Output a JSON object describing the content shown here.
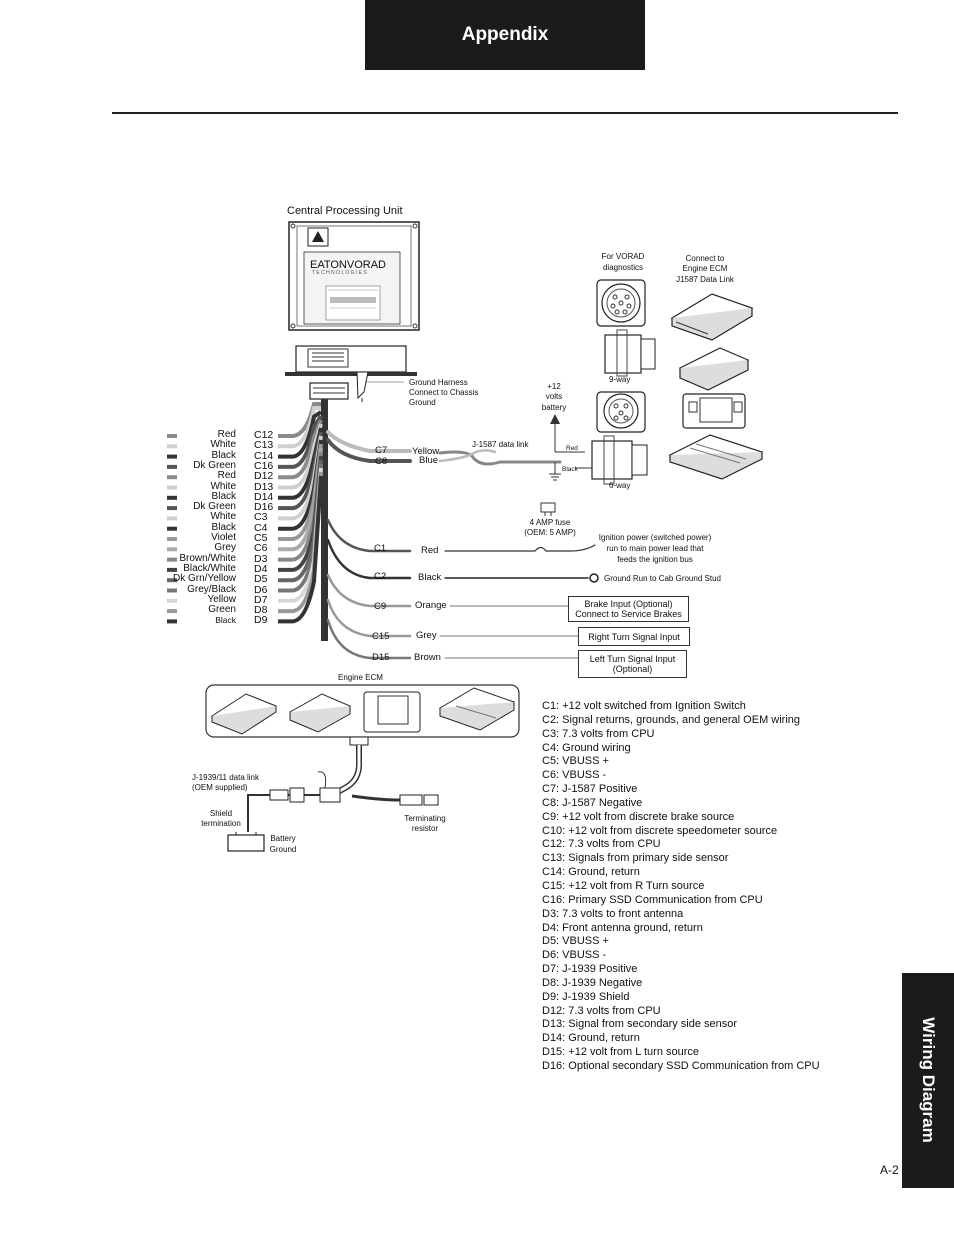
{
  "header": {
    "title": "Appendix"
  },
  "side_tab": {
    "label": "Wiring Diagram"
  },
  "page_number": "A-2",
  "cpu": {
    "label": "Central Processing Unit",
    "brand": "EATONVORAD",
    "brand_sub": "T E C H N O L O G I E S"
  },
  "ground_harness": [
    "Ground Harness",
    "Connect to Chassis",
    "Ground"
  ],
  "vorad_diag": [
    "For VORAD",
    "diagnostics"
  ],
  "connect_ecm": [
    "Connect to",
    "Engine ECM",
    "J1587 Data Link"
  ],
  "connector_9way": "9-way",
  "connector_6way": "6-way",
  "battery": [
    "+12",
    "volts",
    "battery"
  ],
  "j1587_label": "J-1587 data link",
  "plug_red": "Red",
  "plug_black": "Black",
  "fuse": [
    "4 AMP fuse",
    "(OEM: 5 AMP)"
  ],
  "ignition": [
    "Ignition power (switched power)",
    "run to main power lead that",
    "feeds the ignition bus"
  ],
  "ground_stud": "Ground Run to Cab Ground Stud",
  "left_wires": [
    {
      "color": "Red",
      "pin": "C12"
    },
    {
      "color": "White",
      "pin": "C13"
    },
    {
      "color": "Black",
      "pin": "C14"
    },
    {
      "color": "Dk Green",
      "pin": "C16"
    },
    {
      "color": "Red",
      "pin": "D12"
    },
    {
      "color": "White",
      "pin": "D13"
    },
    {
      "color": "Black",
      "pin": "D14"
    },
    {
      "color": "Dk Green",
      "pin": "D16"
    },
    {
      "color": "White",
      "pin": "C3"
    },
    {
      "color": "Black",
      "pin": "C4"
    },
    {
      "color": "Violet",
      "pin": "C5"
    },
    {
      "color": "Grey",
      "pin": "C6"
    },
    {
      "color": "Brown/White",
      "pin": "D3"
    },
    {
      "color": "Black/White",
      "pin": "D4"
    },
    {
      "color": "Dk Grn/Yellow",
      "pin": "D5"
    },
    {
      "color": "Grey/Black",
      "pin": "D6"
    },
    {
      "color": "Yellow",
      "pin": "D7"
    },
    {
      "color": "Green",
      "pin": "D8"
    },
    {
      "color": "Black",
      "pin": "D9"
    }
  ],
  "right_wires": {
    "c7": "C7",
    "c8": "C8",
    "yellow": "Yellow",
    "blue": "Blue",
    "c1": "C1",
    "c1_color": "Red",
    "c2": "C2",
    "c2_color": "Black",
    "c9": "C9",
    "c9_color": "Orange",
    "c15": "C15",
    "c15_color": "Grey",
    "d15": "D15",
    "d15_color": "Brown"
  },
  "inputs": {
    "brake": [
      "Brake Input (Optional)",
      "Connect to Service Brakes"
    ],
    "right_turn": "Right Turn Signal Input",
    "left_turn": [
      "Left Turn Signal Input",
      "(Optional)"
    ]
  },
  "engine_ecm": "Engine ECM",
  "j1939": [
    "J-1939/11 data link",
    "(OEM supplied)"
  ],
  "shield": [
    "Shield",
    "termination"
  ],
  "battery_ground": [
    "Battery",
    "Ground"
  ],
  "terminating": [
    "Terminating",
    "resistor"
  ],
  "legend": [
    "C1: +12 volt switched from Ignition Switch",
    "C2: Signal returns, grounds, and general OEM wiring",
    "C3: 7.3 volts from CPU",
    "C4: Ground wiring",
    "C5: VBUSS +",
    "C6: VBUSS -",
    "C7: J-1587 Positive",
    "C8: J-1587 Negative",
    "C9: +12 volt from discrete brake source",
    "C10: +12 volt from discrete speedometer source",
    "C12: 7.3 volts from CPU",
    "C13: Signals from primary side sensor",
    "C14: Ground, return",
    "C15: +12 volt from R Turn source",
    "C16: Primary SSD Communication from CPU",
    "D3: 7.3 volts to front antenna",
    "D4: Front antenna ground, return",
    "D5: VBUSS +",
    "D6: VBUSS -",
    "D7: J-1939 Positive",
    "D8: J-1939 Negative",
    "D9: J-1939 Shield",
    "D12: 7.3 volts from CPU",
    "D13: Signal from secondary side sensor",
    "D14: Ground, return",
    "D15: +12 volt from L turn source",
    "D16: Optional secondary SSD Communication from CPU"
  ],
  "colors": {
    "dark": "#1b1b1b",
    "wire_dark": "#333333",
    "wire_mid": "#777777",
    "wire_light": "#bbbbbb"
  }
}
